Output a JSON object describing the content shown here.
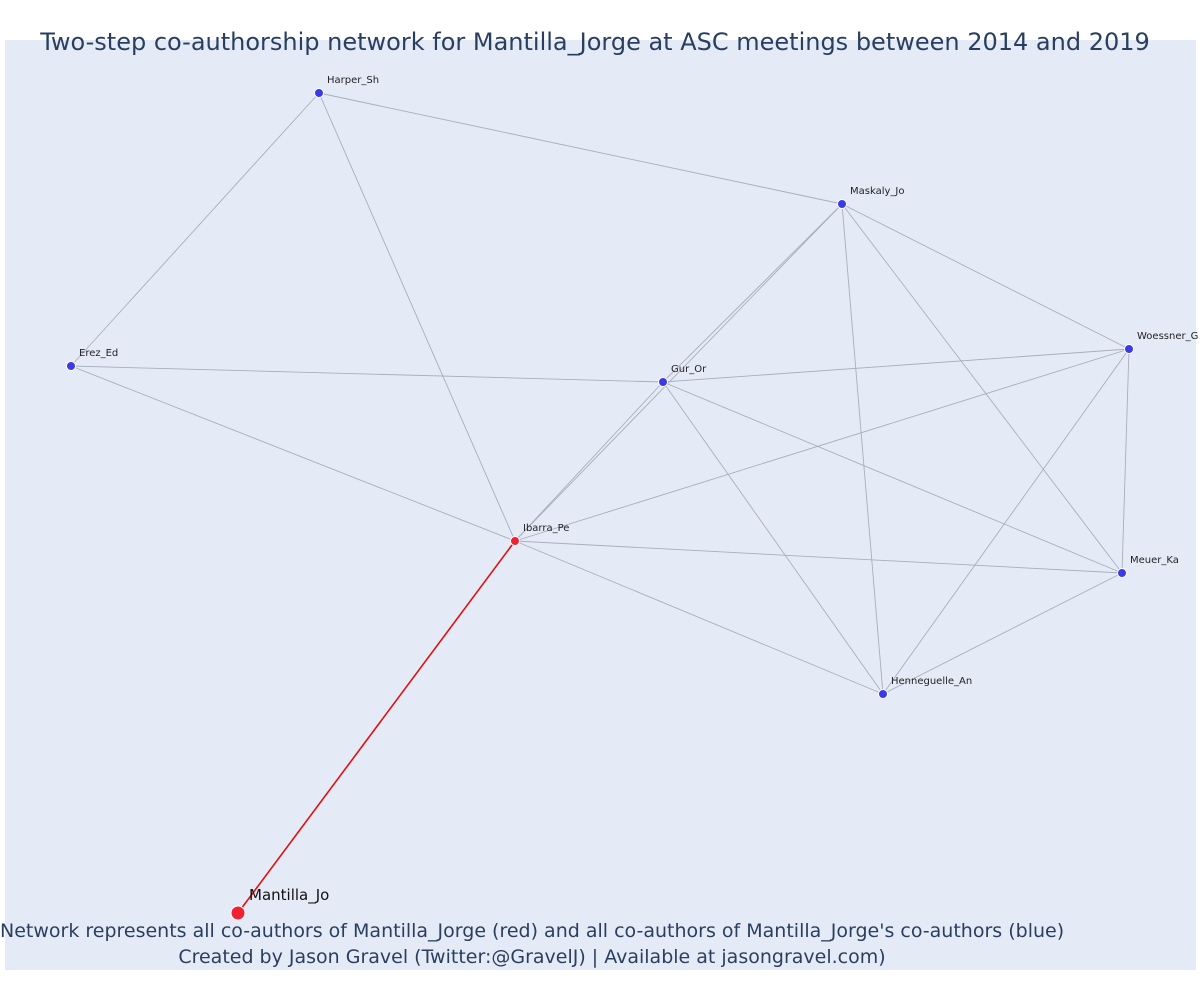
{
  "title": "Two-step co-authorship network for Mantilla_Jorge at ASC meetings between 2014 and 2019",
  "caption": {
    "line1": "Network represents all co-authors of Mantilla_Jorge (red) and all co-authors of Mantilla_Jorge's co-authors (blue)",
    "line2": "Created by Jason Gravel (Twitter:@GravelJ) | Available at jasongravel.com)"
  },
  "colors": {
    "background": "#e5ebf6",
    "coauthor": "#ee2233",
    "second_degree": "#3a3ae8",
    "edge": "#a9adbd",
    "focus_edge": "#e01010"
  },
  "nodes": [
    {
      "id": "Mantilla_Jo",
      "label": "Mantilla_Jo",
      "role": "focus"
    },
    {
      "id": "Ibarra_Pe",
      "label": "Ibarra_Pe",
      "role": "coauthor"
    },
    {
      "id": "Harper_Sh",
      "label": "Harper_Sh",
      "role": "second_degree"
    },
    {
      "id": "Maskaly_Jo",
      "label": "Maskaly_Jo",
      "role": "second_degree"
    },
    {
      "id": "Erez_Ed",
      "label": "Erez_Ed",
      "role": "second_degree"
    },
    {
      "id": "Gur_Or",
      "label": "Gur_Or",
      "role": "second_degree"
    },
    {
      "id": "Woessner_G",
      "label": "Woessner_G",
      "role": "second_degree"
    },
    {
      "id": "Meuer_Ka",
      "label": "Meuer_Ka",
      "role": "second_degree"
    },
    {
      "id": "Henneguelle_An",
      "label": "Henneguelle_An",
      "role": "second_degree"
    }
  ],
  "edges": [
    [
      "Mantilla_Jo",
      "Ibarra_Pe"
    ],
    [
      "Harper_Sh",
      "Maskaly_Jo"
    ],
    [
      "Harper_Sh",
      "Erez_Ed"
    ],
    [
      "Harper_Sh",
      "Ibarra_Pe"
    ],
    [
      "Erez_Ed",
      "Gur_Or"
    ],
    [
      "Erez_Ed",
      "Ibarra_Pe"
    ],
    [
      "Maskaly_Jo",
      "Gur_Or"
    ],
    [
      "Maskaly_Jo",
      "Ibarra_Pe"
    ],
    [
      "Maskaly_Jo",
      "Woessner_G"
    ],
    [
      "Maskaly_Jo",
      "Meuer_Ka"
    ],
    [
      "Maskaly_Jo",
      "Henneguelle_An"
    ],
    [
      "Gur_Or",
      "Ibarra_Pe"
    ],
    [
      "Gur_Or",
      "Woessner_G"
    ],
    [
      "Gur_Or",
      "Meuer_Ka"
    ],
    [
      "Gur_Or",
      "Henneguelle_An"
    ],
    [
      "Ibarra_Pe",
      "Woessner_G"
    ],
    [
      "Ibarra_Pe",
      "Meuer_Ka"
    ],
    [
      "Ibarra_Pe",
      "Henneguelle_An"
    ],
    [
      "Woessner_G",
      "Meuer_Ka"
    ],
    [
      "Woessner_G",
      "Henneguelle_An"
    ],
    [
      "Meuer_Ka",
      "Henneguelle_An"
    ]
  ]
}
